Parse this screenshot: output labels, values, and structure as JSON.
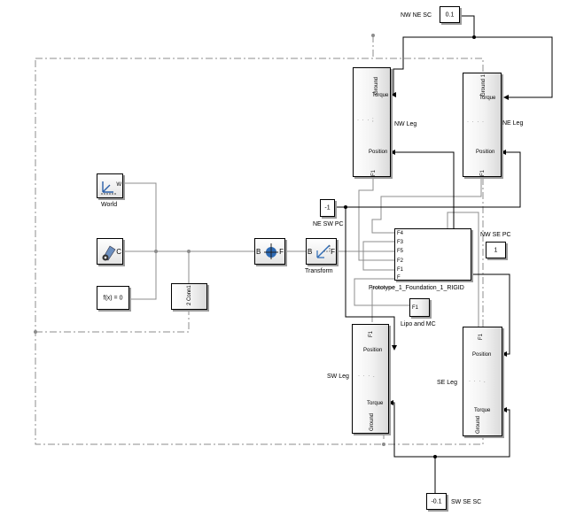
{
  "blocks": {
    "world": {
      "label": "World",
      "port_label": "W"
    },
    "config": {
      "port_label": "C"
    },
    "fx": {
      "text": "f(x) = 0"
    },
    "conn": {
      "text": "2 Conn1"
    },
    "bushing": {
      "port_b": "B",
      "port_f": "F"
    },
    "transform": {
      "label": "Transform",
      "port_b": "B",
      "port_f": "F"
    },
    "nw_leg": {
      "label": "NW Leg",
      "ports": [
        "Torque",
        "Position"
      ],
      "vertical_ports": [
        "Ground",
        "F1"
      ]
    },
    "ne_leg": {
      "label": "NE Leg",
      "ports": [
        "Torque",
        "Position"
      ],
      "vertical_ports": [
        "Ground 1",
        "F1"
      ]
    },
    "sw_leg": {
      "label": "SW Leg",
      "ports": [
        "Position",
        "Torque"
      ],
      "vertical_ports": [
        "F1",
        "Ground"
      ]
    },
    "se_leg": {
      "label": "SE Leg",
      "ports": [
        "Position",
        "Torque"
      ],
      "vertical_ports": [
        "F1",
        "Ground"
      ]
    },
    "foundation": {
      "label": "Prototype_1_Foundation_1_RIGID",
      "ports": [
        "F4",
        "F3",
        "F5",
        "F2",
        "F1",
        "F"
      ]
    },
    "lipo": {
      "label": "Lipo and MC",
      "port": "F1"
    },
    "nw_ne_sc": {
      "label": "NW NE SC",
      "value": "0.1"
    },
    "ne_sw_pc": {
      "label": "NE SW PC",
      "value": "-1"
    },
    "nw_se_pc": {
      "label": "NW SE PC",
      "value": "1"
    },
    "sw_se_sc": {
      "label": "SW SE SC",
      "value": "-0.1"
    }
  },
  "colors": {
    "line": "#8c8c8c",
    "signal": "#000000",
    "boundary": "#8c8c8c"
  },
  "icons": {
    "world": "world-frame-icon",
    "config": "solver-configuration-icon",
    "bushing": "bushing-joint-icon",
    "transform": "rigid-transform-icon"
  }
}
